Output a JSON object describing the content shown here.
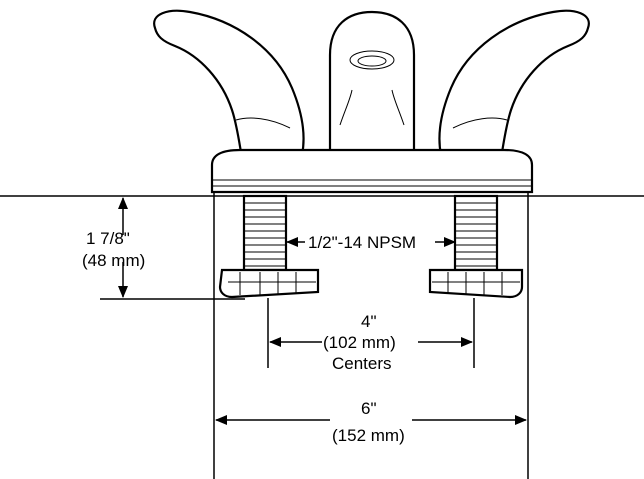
{
  "dimensions": {
    "height": {
      "imperial": "1 7/8\"",
      "metric": "(48 mm)"
    },
    "thread": {
      "spec": "1/2\"-14 NPSM"
    },
    "centers": {
      "imperial": "4\"",
      "metric": "(102 mm)",
      "note": "Centers"
    },
    "overall": {
      "imperial": "6\"",
      "metric": "(152 mm)"
    }
  }
}
